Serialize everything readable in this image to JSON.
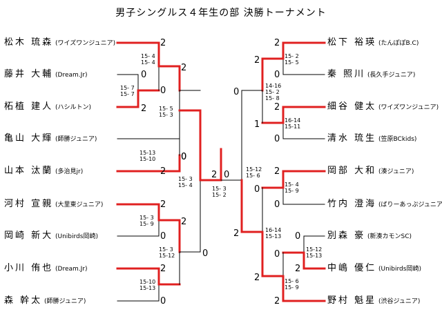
{
  "title": "男子シングルス４年生の部 決勝トーナメント",
  "colors": {
    "winner": "#e02020",
    "line": "#000000"
  },
  "players": {
    "left": [
      {
        "name": "松木 琉森",
        "club": "(ワイズワンジュニア)"
      },
      {
        "name": "藤井 大輔",
        "club": "(Dream.Jr)"
      },
      {
        "name": "柘植 建人",
        "club": "(ハシルトン)"
      },
      {
        "name": "亀山 大輝",
        "club": "(師勝ジュニア)"
      },
      {
        "name": "山本 汰蘭",
        "club": "(多治見jr)"
      },
      {
        "name": "河村 宣親",
        "club": "(大里東ジュニア)"
      },
      {
        "name": "岡崎 新大",
        "club": "(Unibirds岡崎)"
      },
      {
        "name": "小川 侑也",
        "club": "(Dream.Jr)"
      },
      {
        "name": "森 幹太",
        "club": "(師勝ジュニア)"
      }
    ],
    "right": [
      {
        "name": "松下 裕瑛",
        "club": "(たんぽぽB.C)"
      },
      {
        "name": "秦 照川",
        "club": "(長久手ジュニア)"
      },
      {
        "name": "細谷 健太",
        "club": "(ワイズワンジュニア)"
      },
      {
        "name": "清水 琉生",
        "club": "(笠原BCkids)"
      },
      {
        "name": "岡部 大和",
        "club": "(湊ジュニア)"
      },
      {
        "name": "竹内 澄海",
        "club": "(ばりーあっぷジュニア)"
      },
      {
        "name": "別森 豪",
        "club": "(新湊カモンSC)"
      },
      {
        "name": "中嶋 優仁",
        "club": "(Unibirds岡崎)"
      },
      {
        "name": "野村 魁星",
        "club": "(渋谷ジュニア)"
      }
    ]
  },
  "matches": [
    {
      "id": "L-8v9",
      "a_score": "2",
      "b_score": "0",
      "set_scores": [
        "15-10",
        "15-13"
      ]
    },
    {
      "id": "L-2v3",
      "a_score": "0",
      "b_score": "2",
      "set_scores": [
        "15- 7",
        "15- 7"
      ]
    },
    {
      "id": "L-1vW23",
      "a_score": "2",
      "b_score": "0",
      "set_scores": [
        "15- 4",
        "15- 4"
      ]
    },
    {
      "id": "L-4v5",
      "a_score": "0",
      "b_score": "2",
      "set_scores": [
        "15-13",
        "15-10"
      ]
    },
    {
      "id": "L-6v7",
      "a_score": "2",
      "b_score": "0",
      "set_scores": [
        "15- 3",
        "15- 9"
      ]
    },
    {
      "id": "L-W67vW89",
      "a_score": "2",
      "b_score": "0",
      "set_scores": [
        "15- 3",
        "15-12"
      ]
    },
    {
      "id": "L-QF-top",
      "a_score": "2",
      "b_score": "0",
      "set_scores": [
        "15- 5",
        "15- 3"
      ]
    },
    {
      "id": "L-SF",
      "a_score": "2",
      "b_score": "0",
      "set_scores": [
        "15- 3",
        "15- 4"
      ]
    },
    {
      "id": "R-1v2",
      "a_score": "2",
      "b_score": "0",
      "set_scores": [
        "15- 2",
        "15- 5"
      ]
    },
    {
      "id": "R-3v4",
      "a_score": "2",
      "b_score": "0",
      "set_scores": [
        "16-14",
        "15-11"
      ]
    },
    {
      "id": "R-QF-top",
      "a_score": "2",
      "b_score": "1",
      "set_scores": [
        "14-16",
        "15- 2",
        "15- 8"
      ]
    },
    {
      "id": "R-5v6",
      "a_score": "2",
      "b_score": "0",
      "set_scores": [
        "15- 4",
        "15- 9"
      ]
    },
    {
      "id": "R-7v8",
      "a_score": "0",
      "b_score": "2",
      "set_scores": [
        "15-12",
        "15-13"
      ]
    },
    {
      "id": "R-W78v9",
      "a_score": "0",
      "b_score": "2",
      "set_scores": [
        "15- 6",
        "15- 9"
      ]
    },
    {
      "id": "R-QF-bottom",
      "a_score": "0",
      "b_score": "2",
      "set_scores": [
        "16-14",
        "15-13"
      ]
    },
    {
      "id": "R-SF",
      "a_score": "0",
      "b_score": "2",
      "set_scores": [
        "15-12",
        "15- 6"
      ]
    },
    {
      "id": "Final",
      "a_score": "2",
      "b_score": "0",
      "set_scores": [
        "15- 3",
        "15- 2"
      ]
    }
  ]
}
